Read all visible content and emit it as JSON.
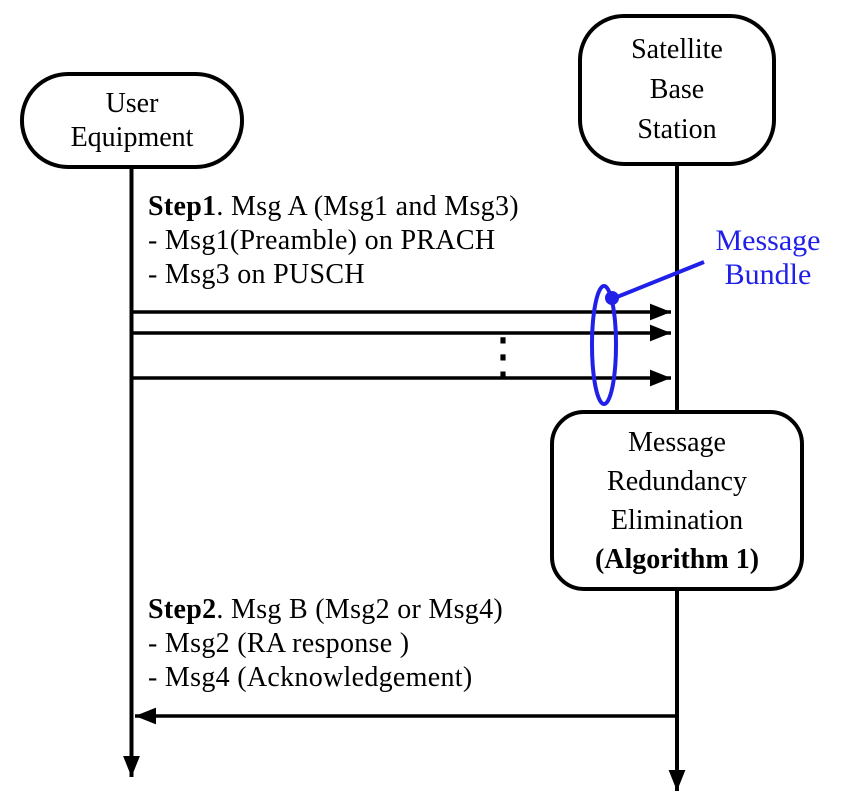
{
  "diagram": {
    "background": "#ffffff",
    "line_color": "#000000",
    "accent_blue": "#2020e8"
  },
  "actors": {
    "user_equipment": {
      "lines": [
        "User",
        "Equipment"
      ]
    },
    "satellite_base_station": {
      "lines": [
        "Satellite",
        "Base",
        "Station"
      ]
    }
  },
  "step1": {
    "label_bold": "Step1",
    "label_rest": ". Msg A (Msg1 and Msg3)",
    "detail1": "- Msg1(Preamble) on PRACH",
    "detail2": "- Msg3 on PUSCH"
  },
  "step2": {
    "label_bold": "Step2",
    "label_rest": ". Msg B (Msg2 or Msg4)",
    "detail1": "- Msg2 (RA response )",
    "detail2": "- Msg4 (Acknowledgement)"
  },
  "message_bundle": {
    "lines": [
      "Message",
      "Bundle"
    ]
  },
  "redundancy_box": {
    "lines": [
      "Message",
      "Redundancy",
      "Elimination"
    ],
    "bold_line": "(Algorithm 1)"
  },
  "ellipsis": "⋮"
}
